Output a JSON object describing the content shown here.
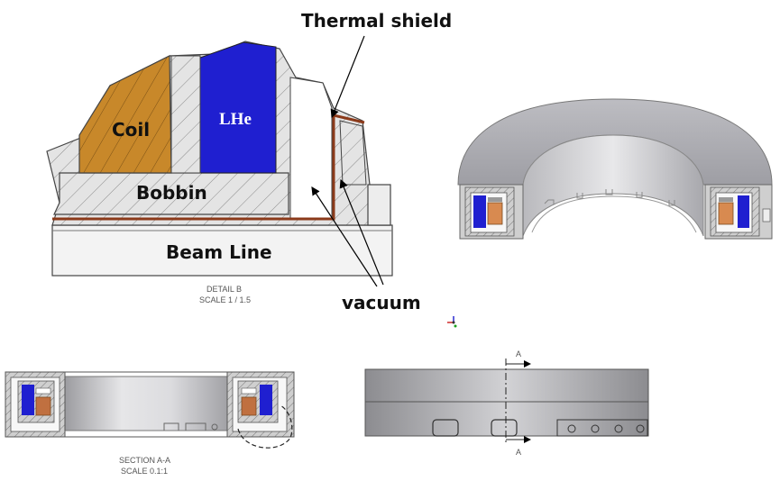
{
  "labels": {
    "thermal_shield": "Thermal shield",
    "coil": "Coil",
    "lhe": "LHe",
    "bobbin": "Bobbin",
    "beam_line": "Beam Line",
    "vacuum": "vacuum",
    "detail_title": "DETAIL  B",
    "detail_scale": "SCALE 1 / 1.5",
    "section_title": "SECTION  A-A",
    "section_scale": "SCALE 0.1:1",
    "cut_marker_top": "A",
    "cut_marker_bottom": "A"
  },
  "colors": {
    "coil": "#c8882a",
    "lhe": "#1f1fd0",
    "bobbin": "#d9d9d9",
    "thermal_shield": "#8b3a1a",
    "beam_line": "#f2f2f2",
    "hatch": "#8a8a8a",
    "outline": "#444444"
  }
}
